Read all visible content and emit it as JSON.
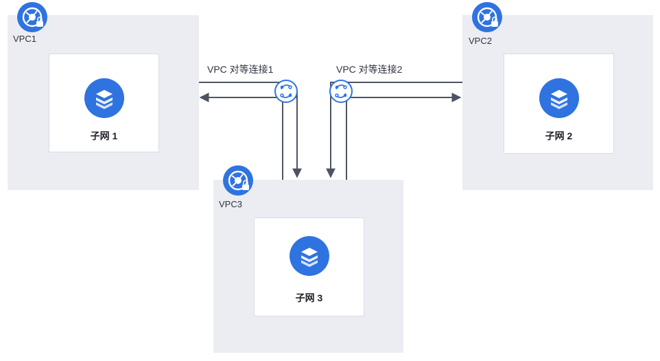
{
  "vpcs": [
    {
      "label": "VPC1",
      "subnet": "子网 1"
    },
    {
      "label": "VPC2",
      "subnet": "子网 2"
    },
    {
      "label": "VPC3",
      "subnet": "子网 3"
    }
  ],
  "peerings": [
    {
      "label": "VPC 对等连接1"
    },
    {
      "label": "VPC 对等连接2"
    }
  ],
  "colors": {
    "accent": "#2f73e0",
    "vpc_bg": "#ebedf3",
    "line": "#4d5363"
  },
  "icons": {
    "vpc": "vpc-cloud-lock-icon",
    "subnet": "subnet-stack-icon",
    "peering": "peering-connection-icon"
  }
}
